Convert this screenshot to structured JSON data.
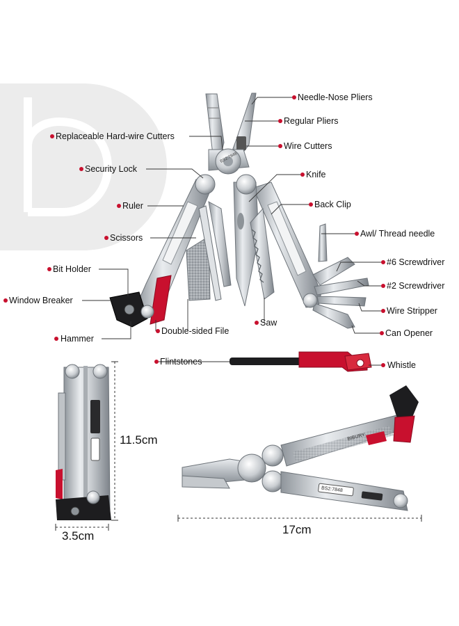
{
  "accent_color": "#c8102e",
  "logo": {
    "name": "brand-watermark-logo"
  },
  "labels": {
    "needle_nose_pliers": "Needle-Nose Pliers",
    "regular_pliers": "Regular Pliers",
    "wire_cutters": "Wire Cutters",
    "replaceable_cutters": "Replaceable Hard-wire Cutters",
    "knife": "Knife",
    "security_lock": "Security Lock",
    "back_clip": "Back Clip",
    "ruler": "Ruler",
    "awl": "Awl/ Thread needle",
    "scissors": "Scissors",
    "screwdriver_6": "#6 Screwdriver",
    "bit_holder": "Bit Holder",
    "screwdriver_2": "#2 Screwdriver",
    "window_breaker": "Window Breaker",
    "wire_stripper": "Wire Stripper",
    "double_file": "Double-sided File",
    "saw": "Saw",
    "can_opener": "Can Opener",
    "hammer": "Hammer",
    "flintstones": "Flintstones",
    "whistle": "Whistle"
  },
  "dimensions": {
    "height": "11.5cm",
    "width": "3.5cm",
    "length": "17cm"
  },
  "engraving": {
    "brand": "BIBURY",
    "model": "BS2:7848"
  }
}
